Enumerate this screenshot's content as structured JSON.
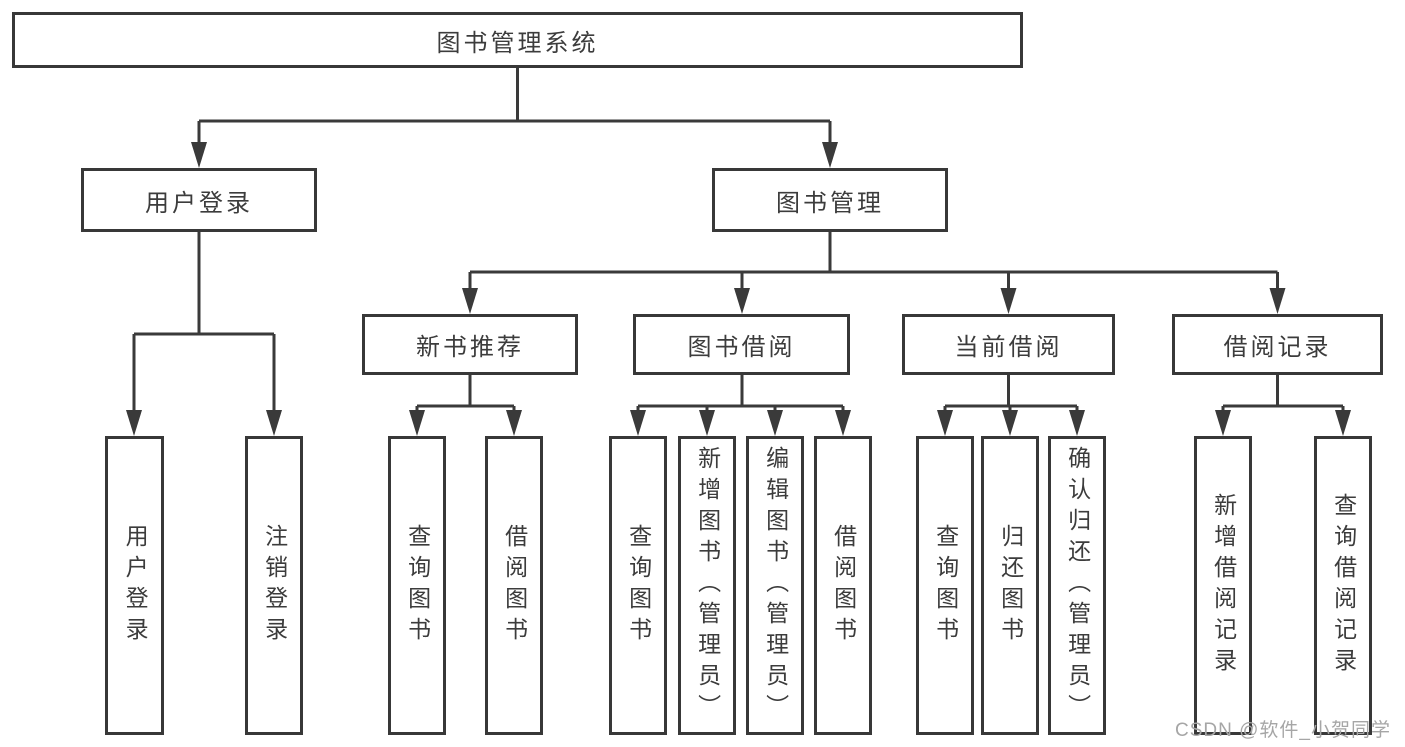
{
  "diagram": {
    "title": "图书管理系统",
    "type": "hierarchy-tree",
    "colors": {
      "line": "#3a3a3a",
      "border": "#383838",
      "text": "#3c3c3c",
      "watermark": "#a6a6a6",
      "background": "#ffffff"
    },
    "hierarchy": {
      "root": "图书管理系统",
      "children": [
        {
          "label": "用户登录",
          "children": [
            "用户登录",
            "注销登录"
          ]
        },
        {
          "label": "图书管理",
          "children": [
            {
              "label": "新书推荐",
              "children": [
                "查询图书",
                "借阅图书"
              ]
            },
            {
              "label": "图书借阅",
              "children": [
                "查询图书",
                "新增图书（管理员）",
                "编辑图书（管理员）",
                "借阅图书"
              ]
            },
            {
              "label": "当前借阅",
              "children": [
                "查询图书",
                "归还图书",
                "确认归还（管理员）"
              ]
            },
            {
              "label": "借阅记录",
              "children": [
                "新增借阅记录",
                "查询借阅记录"
              ]
            }
          ]
        }
      ]
    },
    "watermark": "CSDN @软件_小贺同学"
  }
}
